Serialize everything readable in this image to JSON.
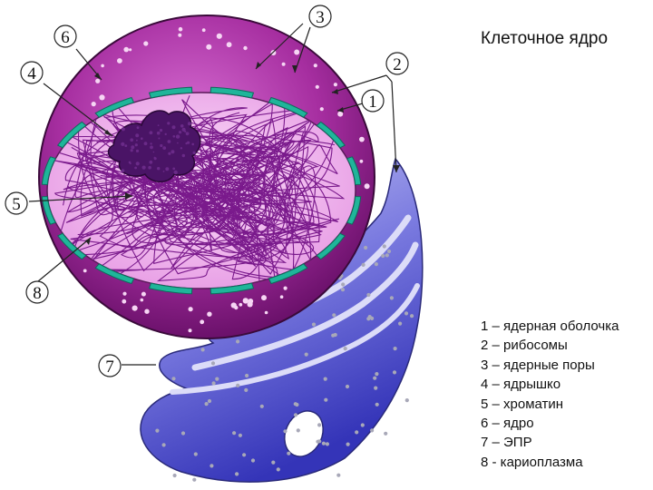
{
  "title": "Клеточное ядро",
  "callouts": [
    "6",
    "4",
    "3",
    "2",
    "1",
    "5",
    "8",
    "7"
  ],
  "legend": [
    "1 – ядерная оболочка",
    "2 – рибосомы",
    "3 – ядерные поры",
    "4 – ядрышко",
    "5 – хроматин",
    "6 – ядро",
    "7 – ЭПР",
    "8 - кариоплазма"
  ],
  "colors": {
    "nucleus_outer": "#8e1d8a",
    "karyoplasm": "#f2b8f0",
    "envelope_segments": "#1fb59a",
    "chromatin": "#7a1a8c",
    "nucleolus": "#4a1466",
    "er": "#5a5ad0"
  }
}
